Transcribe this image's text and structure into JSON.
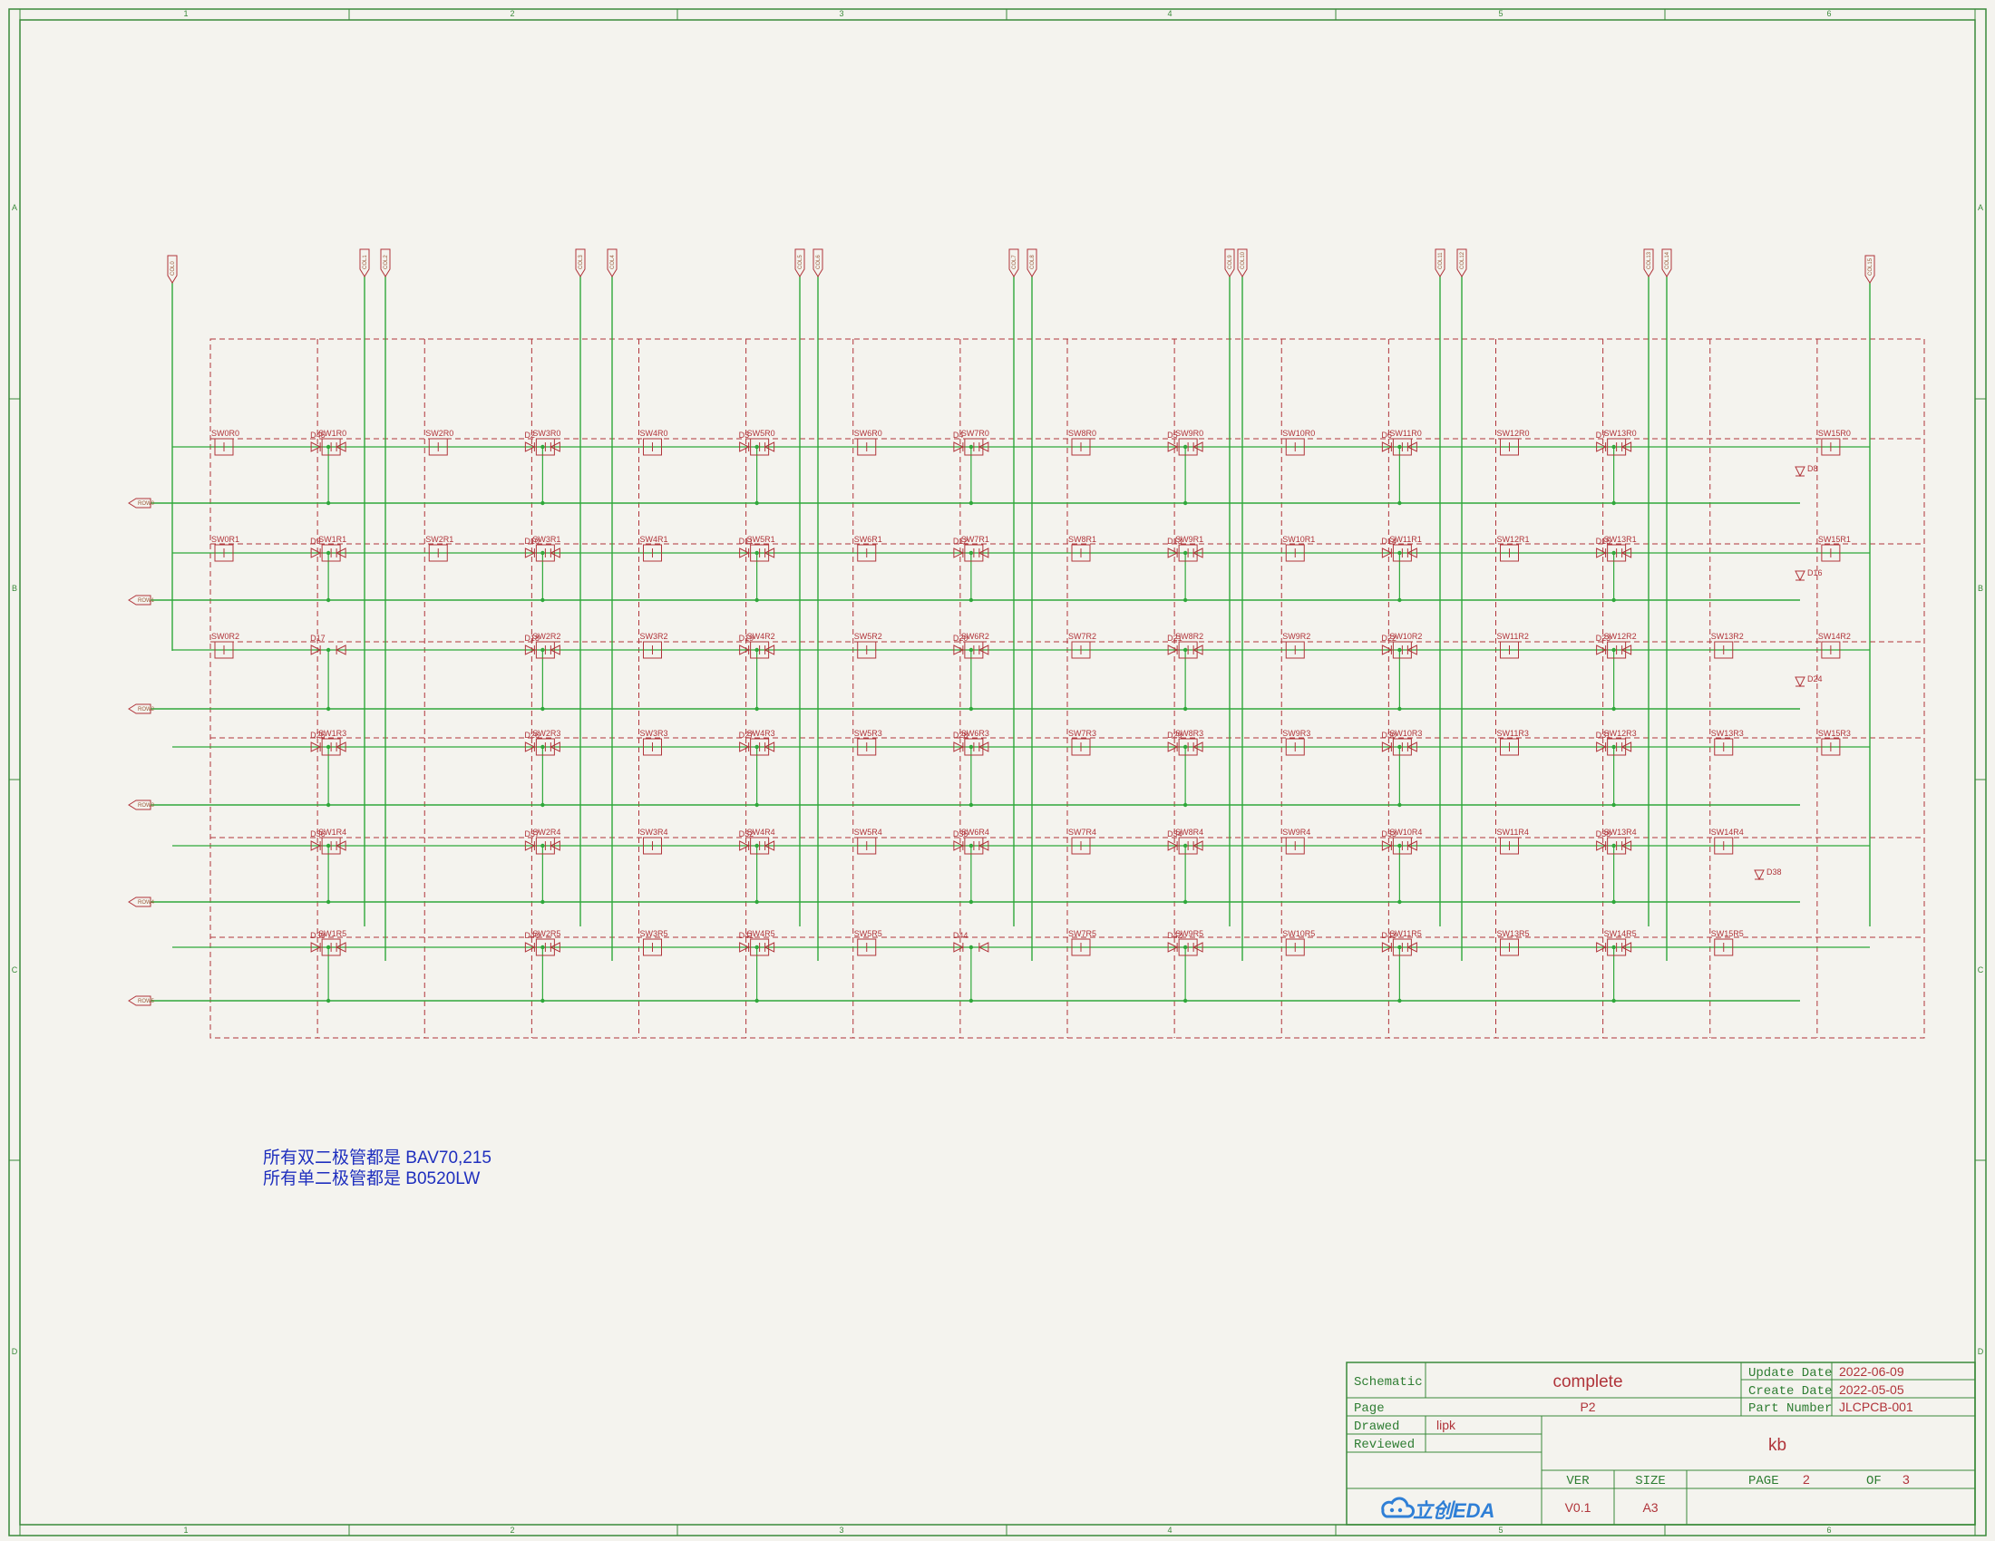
{
  "columns": [
    "1",
    "2",
    "3",
    "4",
    "5",
    "6"
  ],
  "rows": [
    "A",
    "B",
    "C",
    "D"
  ],
  "col_net_labels": [
    "COL0",
    "COL1",
    "COL2",
    "COL3",
    "COL4",
    "COL5",
    "COL6",
    "COL7",
    "COL8",
    "COL9",
    "COL10",
    "COL11",
    "COL12",
    "COL13",
    "COL14",
    "COL15"
  ],
  "row_net_labels": [
    "ROW0",
    "ROW1",
    "ROW2",
    "ROW3",
    "ROW4",
    "ROW5"
  ],
  "notes": [
    "所有双二极管都是 BAV70,215",
    "所有单二极管都是 B0520LW"
  ],
  "title_block": {
    "schematic_label": "Schematic",
    "schematic_value": "complete",
    "page_label": "Page",
    "page_value": "P2",
    "drawed_label": "Drawed",
    "drawed_value": "lipk",
    "reviewed_label": "Reviewed",
    "reviewed_value": "",
    "update_label": "Update Date",
    "update_value": "2022-06-09",
    "create_label": "Create Date",
    "create_value": "2022-05-05",
    "part_label": "Part Number",
    "part_value": "JLCPCB-001",
    "project": "kb",
    "ver_label": "VER",
    "ver_value": "V0.1",
    "size_label": "SIZE",
    "size_value": "A3",
    "page_no_label": "PAGE",
    "page_no_value": "2",
    "of_label": "OF",
    "of_value": "3",
    "logo_text": "立创EDA"
  },
  "colors": {
    "wire": "#2fa83a",
    "component": "#b0343a",
    "dashed_box": "#b0343a",
    "border": "#3a8a3a",
    "note": "#1f2fbe",
    "paper": "#f4f3ee"
  },
  "icons": [
    "cloud-logo-icon"
  ]
}
